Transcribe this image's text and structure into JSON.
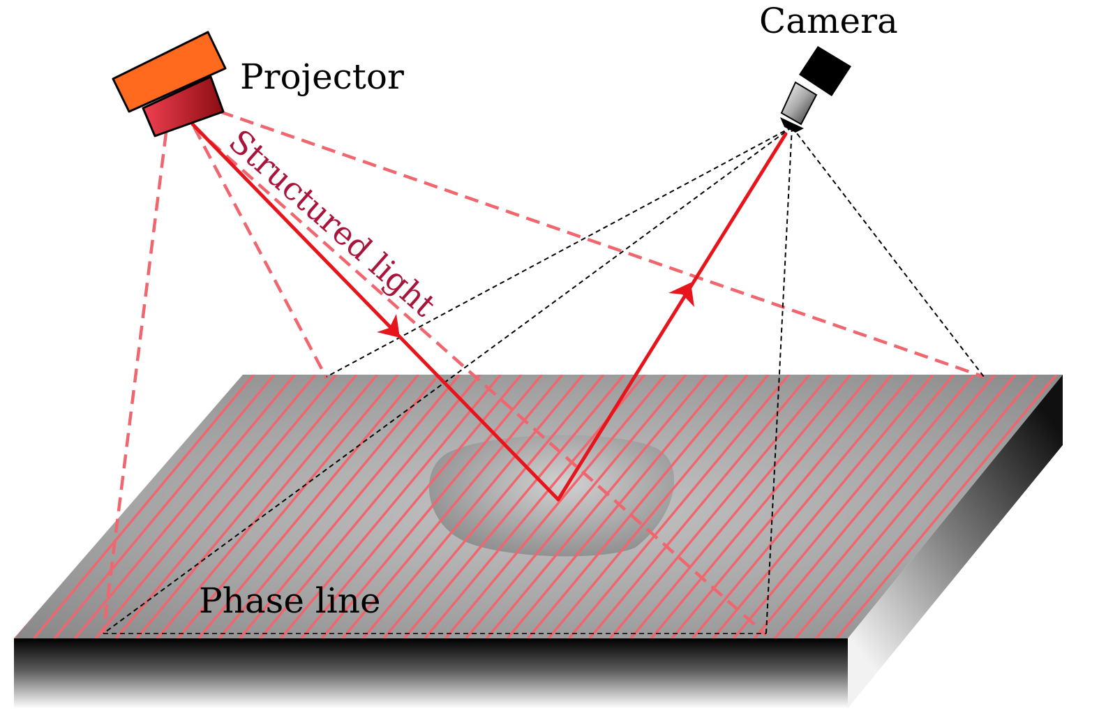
{
  "labels": {
    "projector": "Projector",
    "camera": "Camera",
    "structured_light": "Structured light",
    "phase_line": "Phase line"
  },
  "colors": {
    "beam": "#e8141b",
    "fringe": "#f0666e",
    "projector_body": "#ff6a1e",
    "projector_lens": "#c8202a",
    "structured_light_text": "#a8143a",
    "camera_body": "#000000",
    "plate_gray": "#9a9a9a"
  }
}
